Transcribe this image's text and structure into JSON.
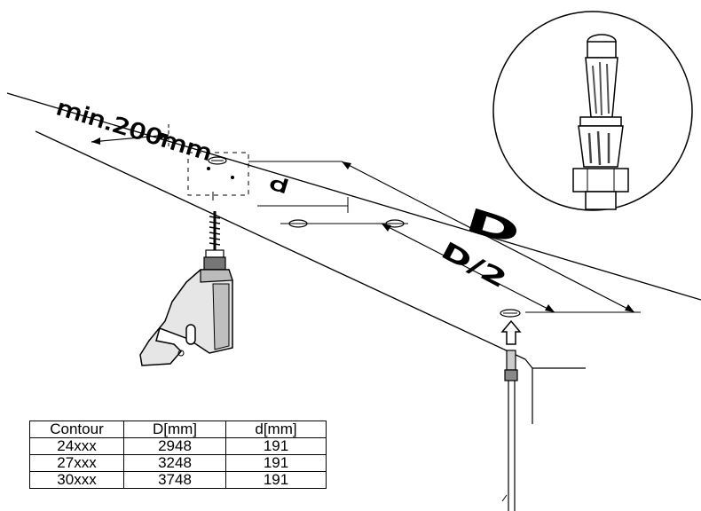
{
  "figure": {
    "min_label": "min.200mm",
    "big_d_label": "D",
    "half_d_label": "D/2",
    "small_d_label": "d"
  },
  "table": {
    "headers": [
      "Contour",
      "D[mm]",
      "d[mm]"
    ],
    "rows": [
      [
        "24xxx",
        "2948",
        "191"
      ],
      [
        "27xxx",
        "3248",
        "191"
      ],
      [
        "30xxx",
        "3748",
        "191"
      ]
    ]
  },
  "icons": [
    "drill-icon",
    "screw-hook-icon",
    "rod-connector-icon",
    "arrow-up-icon"
  ]
}
